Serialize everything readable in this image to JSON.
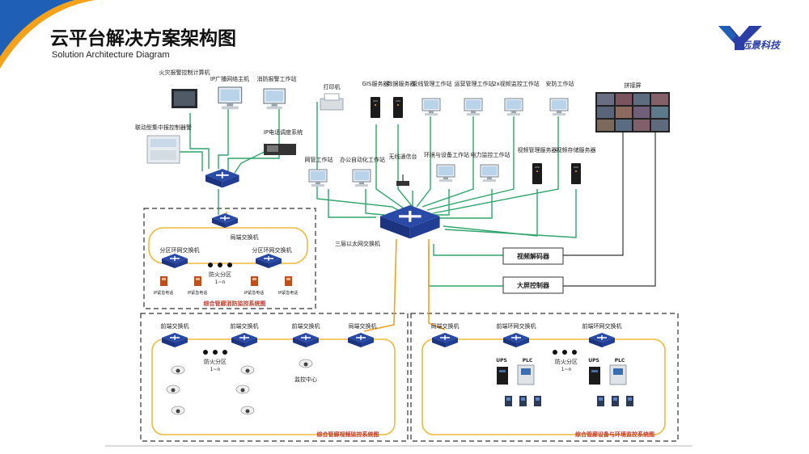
{
  "page": {
    "title": "云平台解决方案架构图",
    "subtitle": "Solution Architecture Diagram",
    "brand": "远景科技",
    "colors": {
      "accent_blue": "#1f5fb5",
      "accent_orange": "#f5a21a",
      "link_green": "#2ea56a",
      "zone_yellow": "#f0b93a",
      "caption_red": "#c0392b"
    }
  },
  "top_devices": {
    "fire_alarm_pc": "火灾报警控制计算机",
    "ip_broadcast": "IP广播网络主机",
    "fire_alarm_ws": "消防报警工作站",
    "linkage_controller": "联动型集中报控制器警",
    "ip_phone": "IP电话调度系统",
    "printer": "打印机",
    "gis_server": "GIS服务器",
    "data_server": "数据服务器",
    "pipe_mgmt_ws": "管线管理工作站",
    "ops_mgmt_ws": "运营管理工作站",
    "video_ws": "2x视频监控工作站",
    "security_ws": "安防工作站",
    "video_wall": "拼接屏",
    "network_ws": "网管工作站",
    "office_ws": "办公自动化工作站",
    "wireless": "无线通信台",
    "env_ws": "环境与设备工作站",
    "power_ws": "电力监控工作站",
    "video_mgmt_server": "视频管理服务器",
    "video_storage_server": "视频存储服务器"
  },
  "core": {
    "l3_switch": "三层以太网交换机",
    "video_decoder": "视频解码器",
    "wall_controller": "大屏控制器"
  },
  "fire_zone": {
    "local_switch": "局端交换机",
    "ring_switch_a": "分区环网交换机",
    "ring_switch_b": "分区环网交换机",
    "partition": "防火分区",
    "partition_range": "1~n",
    "phone_label": "IP紧急电话",
    "caption": "综合管廊消防监控系统图"
  },
  "video_zone": {
    "switch_1": "前端交换机",
    "switch_2": "前端交换机",
    "switch_3": "前端交换机",
    "local_switch": "局端交换机",
    "partition": "防火分区",
    "partition_range": "1~n",
    "monitor_center": "监控中心",
    "caption": "综合管廊视频监控系统图"
  },
  "env_zone": {
    "local_switch": "局端交换机",
    "ring_switch_a": "前端环网交换机",
    "ring_switch_b": "前端环网交换机",
    "ups_a": "UPS",
    "plc_a": "PLC",
    "ups_b": "UPS",
    "plc_b": "PLC",
    "partition": "防火分区",
    "partition_range": "1~n",
    "caption": "综合管廊设备与环境监控系统图"
  }
}
